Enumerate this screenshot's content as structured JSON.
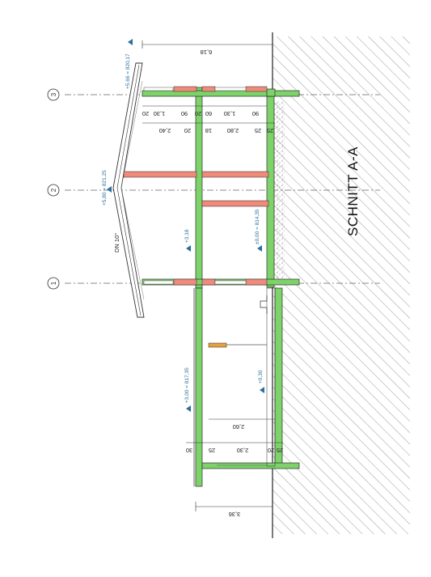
{
  "title": "SCHNITT A-A",
  "roof_pitch": "DN 10°",
  "grid_axes": [
    "1",
    "2",
    "3"
  ],
  "levels": {
    "ridge": "+5,80 = 821,25",
    "eave": "+5,66 = 820,17",
    "floor_top": "+3,00 = 817,35",
    "ceiling": "+3,18",
    "ground_floor": "±0,00 = 814,35",
    "ground_mark": "+0,30"
  },
  "dimensions": {
    "overall_top": "6,18",
    "overall_bottom": "3,36",
    "row1": [
      "20",
      "1,30",
      "90",
      "20",
      "60",
      "1,30",
      "90"
    ],
    "row2": [
      "2,40",
      "20",
      "18",
      "2,80",
      "25",
      "25"
    ],
    "lower_row1": [
      "30",
      "25",
      "2,30",
      "20",
      "25"
    ],
    "lower_row2": [
      "2,60"
    ]
  },
  "colors": {
    "wall": "#7dd36a",
    "lintel": "#f08a7a",
    "lintel_wood": "#e5a23a",
    "level_marker": "#2b6f9c"
  }
}
